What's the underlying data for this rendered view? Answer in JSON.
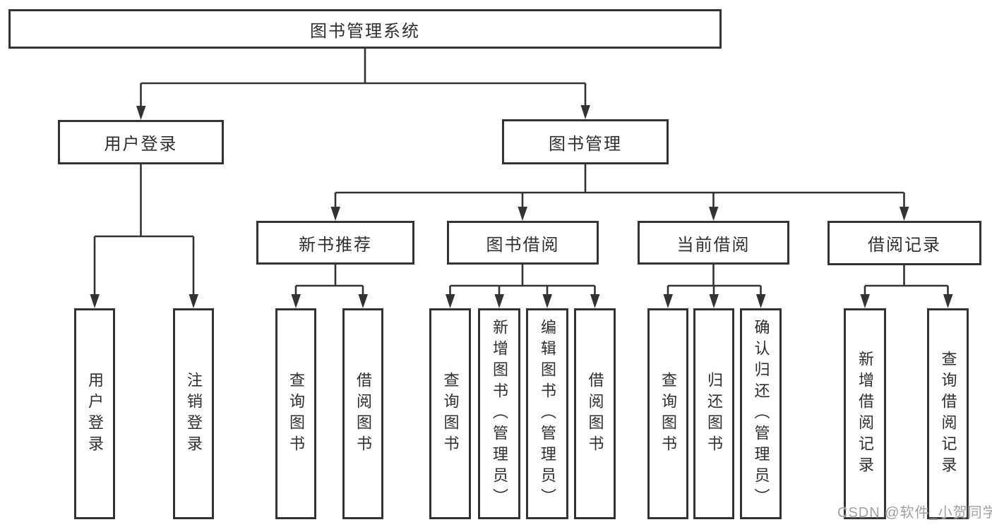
{
  "tree": {
    "root": {
      "label": "图书管理系统"
    },
    "branches": [
      {
        "label": "用户登录",
        "children": [
          {
            "label": "用户登录"
          },
          {
            "label": "注销登录"
          }
        ]
      },
      {
        "label": "图书管理",
        "children": [
          {
            "label": "新书推荐",
            "children": [
              {
                "label": "查询图书"
              },
              {
                "label": "借阅图书"
              }
            ]
          },
          {
            "label": "图书借阅",
            "children": [
              {
                "label": "查询图书"
              },
              {
                "label": "新增图书（管理员）"
              },
              {
                "label": "编辑图书（管理员）"
              },
              {
                "label": "借阅图书"
              }
            ]
          },
          {
            "label": "当前借阅",
            "children": [
              {
                "label": "查询图书"
              },
              {
                "label": "归还图书"
              },
              {
                "label": "确认归还（管理员）"
              }
            ]
          },
          {
            "label": "借阅记录",
            "children": [
              {
                "label": "新增借阅记录"
              },
              {
                "label": "查询借阅记录"
              }
            ]
          }
        ]
      }
    ]
  },
  "watermark": {
    "text": "CSDN @软件_小贺同学"
  },
  "colors": {
    "line": "#333333",
    "border": "#333333",
    "text": "#2f2f2f",
    "watermark": "#a0a0a0",
    "background": "#ffffff"
  }
}
